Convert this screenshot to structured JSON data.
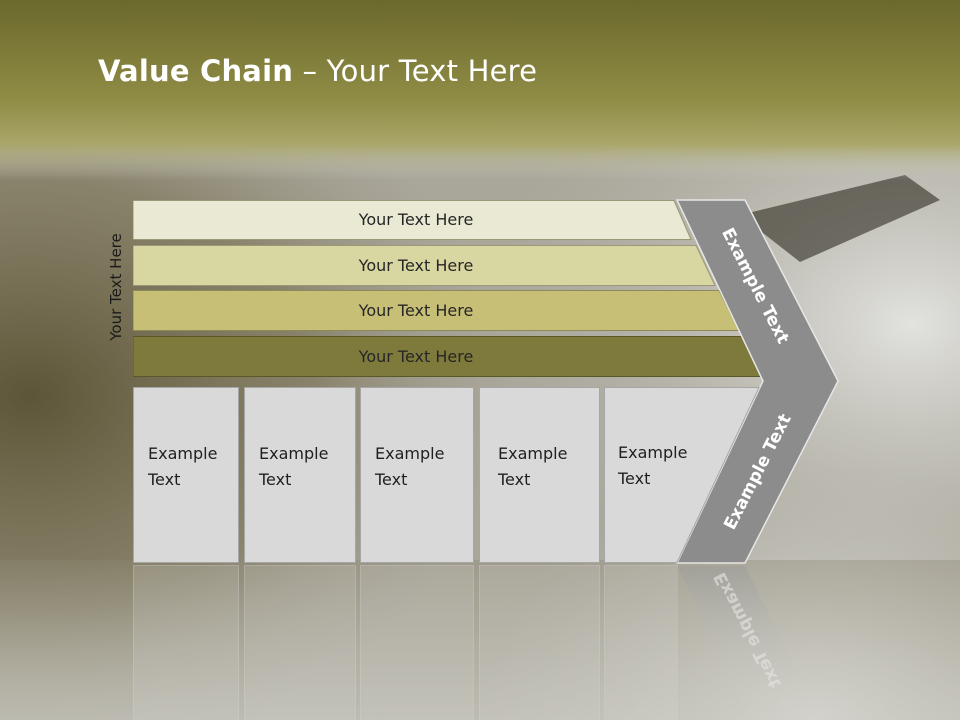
{
  "slide": {
    "title_bold": "Value Chain",
    "title_rest": " – Your Text Here",
    "vertical_label": "Your Text Here",
    "bars": [
      {
        "label": "Your Text Here",
        "color": "#e9e9d4"
      },
      {
        "label": "Your Text Here",
        "color": "#d8d6a1"
      },
      {
        "label": "Your Text Here",
        "color": "#c8bf77"
      },
      {
        "label": "Your Text Here",
        "color": "#7e7a3c"
      }
    ],
    "boxes": [
      {
        "label": "Example\nText"
      },
      {
        "label": "Example\nText"
      },
      {
        "label": "Example\nText"
      },
      {
        "label": "Example\nText"
      },
      {
        "label": "Example\nText"
      }
    ],
    "chevron_top_label": "Example Text",
    "chevron_bottom_label": "Example Text",
    "colors": {
      "header_olive": "#7f7d38",
      "chevron_gray": "#8c8c8c",
      "box_gray": "#d9d9d9"
    }
  }
}
